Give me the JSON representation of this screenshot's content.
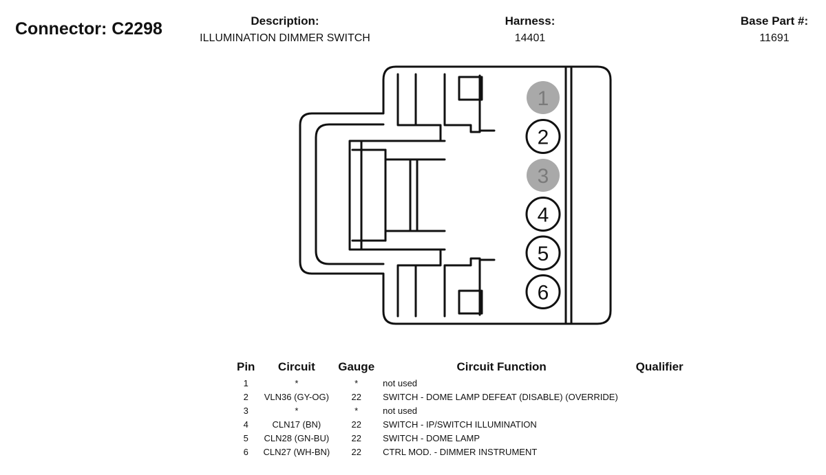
{
  "header": {
    "connector": "Connector: C2298",
    "description_label": "Description:",
    "description_value": "ILLUMINATION DIMMER SWITCH",
    "harness_label": "Harness:",
    "harness_value": "14401",
    "base_part_label": "Base Part #:",
    "base_part_value": "11691"
  },
  "diagram": {
    "pins": [
      {
        "number": "1",
        "filled": true
      },
      {
        "number": "2",
        "filled": false
      },
      {
        "number": "3",
        "filled": true
      },
      {
        "number": "4",
        "filled": false
      },
      {
        "number": "5",
        "filled": false
      },
      {
        "number": "6",
        "filled": false
      }
    ],
    "colors": {
      "line": "#111111",
      "unused_pin_fill": "#a9a9a9",
      "unused_pin_text": "#7a7a7a"
    }
  },
  "table": {
    "headers": {
      "pin": "Pin",
      "circuit": "Circuit",
      "gauge": "Gauge",
      "function": "Circuit Function",
      "qualifier": "Qualifier"
    },
    "rows": [
      {
        "pin": "1",
        "circuit": "*",
        "gauge": "*",
        "function": "not used",
        "qualifier": ""
      },
      {
        "pin": "2",
        "circuit": "VLN36 (GY-OG)",
        "gauge": "22",
        "function": "SWITCH - DOME LAMP DEFEAT (DISABLE) (OVERRIDE)",
        "qualifier": ""
      },
      {
        "pin": "3",
        "circuit": "*",
        "gauge": "*",
        "function": "not used",
        "qualifier": ""
      },
      {
        "pin": "4",
        "circuit": "CLN17 (BN)",
        "gauge": "22",
        "function": "SWITCH - IP/SWITCH ILLUMINATION",
        "qualifier": ""
      },
      {
        "pin": "5",
        "circuit": "CLN28 (GN-BU)",
        "gauge": "22",
        "function": "SWITCH - DOME LAMP",
        "qualifier": ""
      },
      {
        "pin": "6",
        "circuit": "CLN27 (WH-BN)",
        "gauge": "22",
        "function": "CTRL MOD. - DIMMER INSTRUMENT",
        "qualifier": ""
      }
    ]
  }
}
